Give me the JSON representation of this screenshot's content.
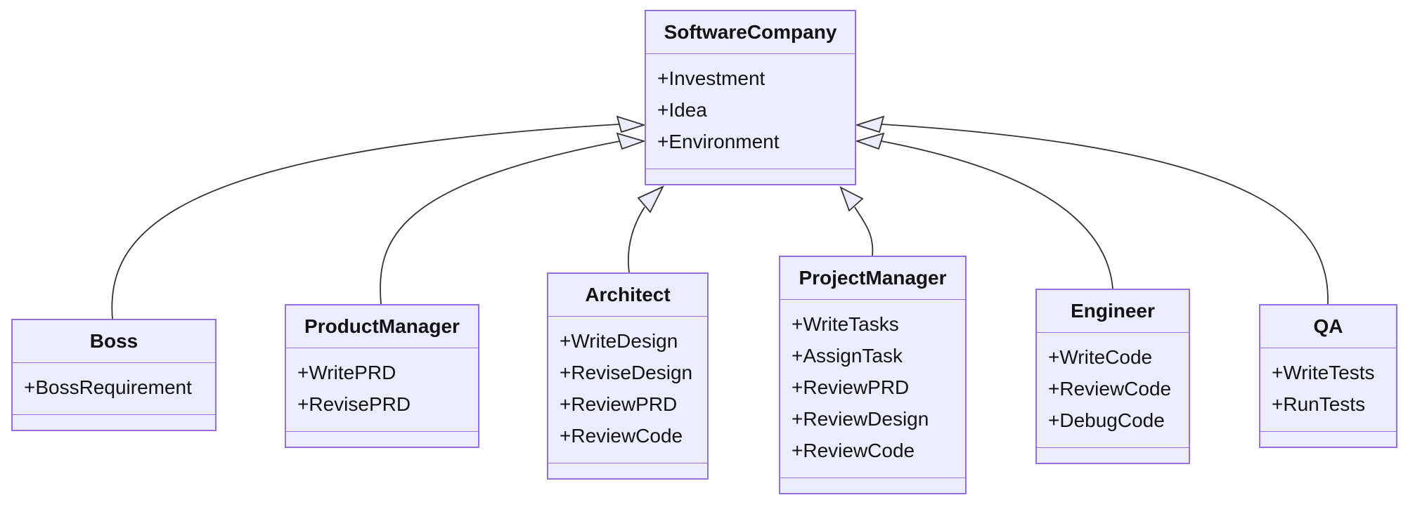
{
  "diagram": {
    "type": "uml-class-diagram",
    "classes": [
      {
        "name": "SoftwareCompany",
        "attributes": [
          "+Investment",
          "+Idea",
          "+Environment"
        ],
        "methods": []
      },
      {
        "name": "Boss",
        "attributes": [
          "+BossRequirement"
        ],
        "methods": []
      },
      {
        "name": "ProductManager",
        "attributes": [
          "+WritePRD",
          "+RevisePRD"
        ],
        "methods": []
      },
      {
        "name": "Architect",
        "attributes": [
          "+WriteDesign",
          "+ReviseDesign",
          "+ReviewPRD",
          "+ReviewCode"
        ],
        "methods": []
      },
      {
        "name": "ProjectManager",
        "attributes": [
          "+WriteTasks",
          "+AssignTask",
          "+ReviewPRD",
          "+ReviewDesign",
          "+ReviewCode"
        ],
        "methods": []
      },
      {
        "name": "Engineer",
        "attributes": [
          "+WriteCode",
          "+ReviewCode",
          "+DebugCode"
        ],
        "methods": []
      },
      {
        "name": "QA",
        "attributes": [
          "+WriteTests",
          "+RunTests"
        ],
        "methods": []
      }
    ],
    "relations": [
      {
        "from": "Boss",
        "to": "SoftwareCompany",
        "type": "inheritance"
      },
      {
        "from": "ProductManager",
        "to": "SoftwareCompany",
        "type": "inheritance"
      },
      {
        "from": "Architect",
        "to": "SoftwareCompany",
        "type": "inheritance"
      },
      {
        "from": "ProjectManager",
        "to": "SoftwareCompany",
        "type": "inheritance"
      },
      {
        "from": "Engineer",
        "to": "SoftwareCompany",
        "type": "inheritance"
      },
      {
        "from": "QA",
        "to": "SoftwareCompany",
        "type": "inheritance"
      }
    ],
    "colors": {
      "node_fill": "#ECECFF",
      "node_border": "#9370DB",
      "edge_stroke": "#333333",
      "text": "#131313",
      "background": "#FFFFFF"
    }
  }
}
